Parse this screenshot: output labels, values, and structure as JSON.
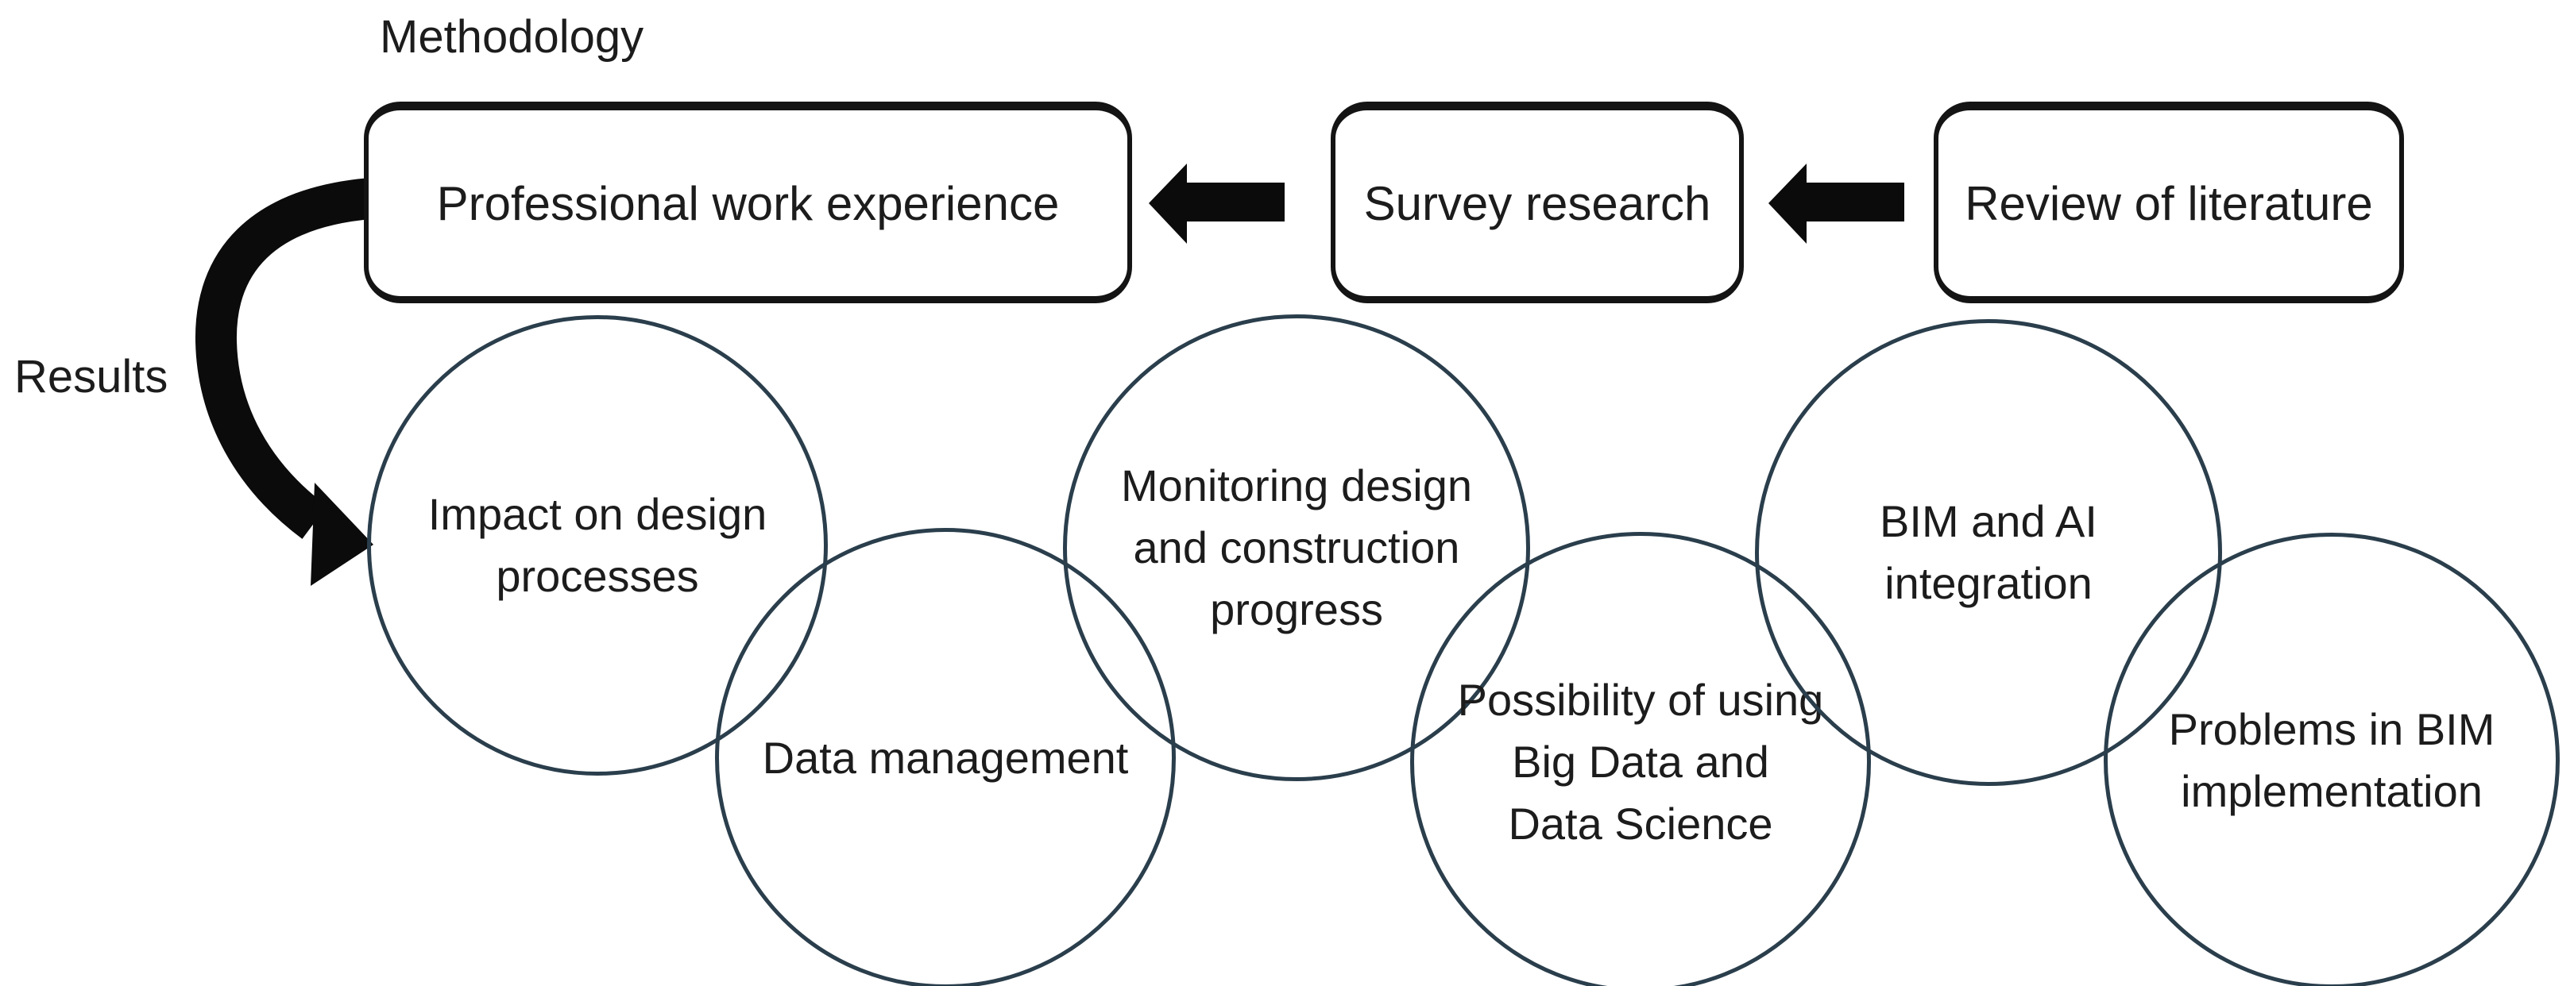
{
  "labels": {
    "methodology": "Methodology",
    "results": "Results"
  },
  "boxes": [
    {
      "label": "Professional work experience"
    },
    {
      "label": "Survey research"
    },
    {
      "label": "Review of literature"
    }
  ],
  "circles": [
    {
      "label": "Impact on design processes",
      "lines": [
        "Impact on design",
        "processes"
      ]
    },
    {
      "label": "Data management",
      "lines": [
        "Data management"
      ]
    },
    {
      "label": "Monitoring design and construction progress",
      "lines": [
        "Monitoring design",
        "and construction",
        "progress"
      ]
    },
    {
      "label": "Possibility of using Big Data and Data Science",
      "lines": [
        "Possibility of using",
        "Big Data and",
        "Data Science"
      ]
    },
    {
      "label": "BIM and AI integration",
      "lines": [
        "BIM and AI",
        "integration"
      ]
    },
    {
      "label": "Problems in BIM implementation",
      "lines": [
        "Problems in BIM",
        "implementation"
      ]
    }
  ],
  "colors": {
    "background": "#ffffff",
    "text": "#1c1c1c",
    "box_border": "#141414",
    "circle_stroke": "#2a3e4c",
    "arrow": "#0b0b0b"
  }
}
